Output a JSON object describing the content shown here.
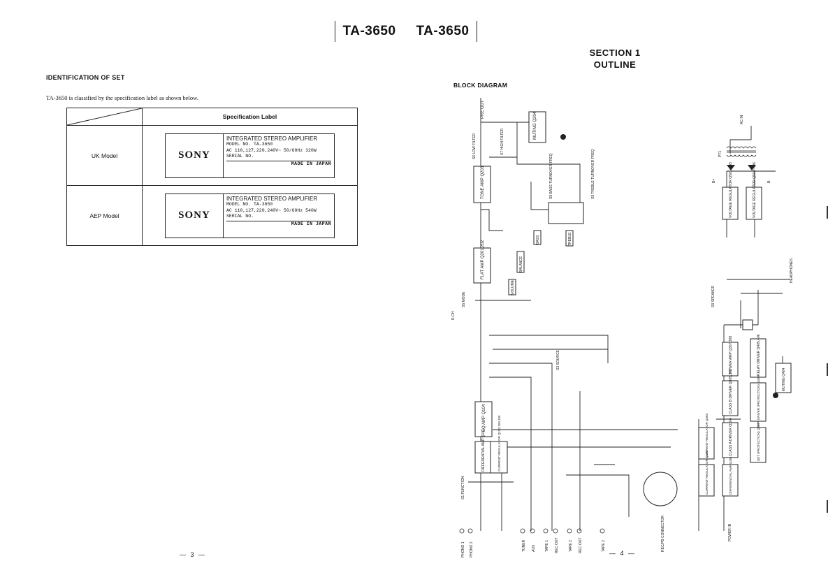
{
  "header": {
    "model_left": "TA-3650",
    "model_right": "TA-3650"
  },
  "section": {
    "line1": "SECTION 1",
    "line2": "OUTLINE"
  },
  "identification": {
    "heading": "IDENTIFICATION OF SET",
    "description": "TA-3650 is classified by the specification label as shown below.",
    "table_header": "Specification Label",
    "models": [
      {
        "name": "UK Model",
        "brand": "SONY",
        "title": "INTEGRATED STEREO AMPLIFIER",
        "model_no": "MODEL NO. TA-3650",
        "power": "AC 110,127,220,240V~  50/60Hz 320W",
        "serial": "SERIAL NO.",
        "made": "MADE IN JAPAN"
      },
      {
        "name": "AEP Model",
        "brand": "SONY",
        "title": "INTEGRATED STEREO AMPLIFIER",
        "model_no": "MODEL NO. TA-3650",
        "power": "AC 110,127,220,240V~  50/60Hz 540W",
        "serial": "SERIAL NO.",
        "made": "MADE IN JAPAN"
      }
    ]
  },
  "block_diagram": {
    "title": "BLOCK DIAGRAM",
    "blocks": {
      "muting": "MUTING Q204",
      "tone_amp": "TONE AMP Q203",
      "flat_amp": "FLAT AMP Q201,202",
      "eq_amp": "EQ AMP Q104",
      "diff_amp": "DIFFERENTIAL AMP Q101",
      "current_reg_left": "CURRENT REGULATOR Q102,103,105",
      "volt_reg_plus": "VOLTAGE REGULATOR Q501~503",
      "volt_reg_minus": "VOLTAGE REGULATOR Q504~506",
      "power_amp": "POWER AMP Q307,308",
      "class_b": "CLASS B DRIVER Q305,306",
      "class_a": "CLASS A DRIVER Q304",
      "current_reg_a": "CURRENT REGULATOR Q303",
      "current_reg_b": "CURRENT REGULATOR Q302",
      "diff_amp2": "DIFFERENTIAL AMP Q301",
      "relay_driver": "RELAY DRIVER Q405,406",
      "driver_prot": "DRIVER (PROTECTION) Q403",
      "det_prot": "DET (PROTECTION) Q402",
      "muting2": "MUTING Q404"
    },
    "labels": {
      "pre_out": "PRE OUT",
      "low_filter": "S6 LOW FILTER",
      "high_filter": "S7 HIGH FILTER",
      "bass_xover": "S8 BASS TURNOVER FREQ",
      "treble_xover": "S9 TREBLE TURNOVER FREQ",
      "bass": "BASS",
      "treble": "TREBLE",
      "balance": "BALANCE",
      "volume": "VOLUME",
      "mode": "S5 MODE",
      "source": "S3 SOURCE",
      "function": "S1 FUNCTION",
      "speaker": "S8 SPEAKER",
      "headphones": "HEADPHONES",
      "ac_in": "AC IN",
      "pt1": "PT1",
      "b_plus": "B+",
      "b_minus": "B-",
      "r_ch": "R-CH",
      "power_in": "POWER IN",
      "rec_pb": "REC/PB CONNECTOR"
    },
    "jacks": [
      "PHONO 1",
      "PHONO 2",
      "TUNER",
      "AUX",
      "TAPE 1",
      "REC OUT",
      "TAPE 2",
      "REC OUT",
      "TAPE 2"
    ]
  },
  "footer": {
    "page_left": "— 3 —",
    "page_right": "— 4 —"
  }
}
